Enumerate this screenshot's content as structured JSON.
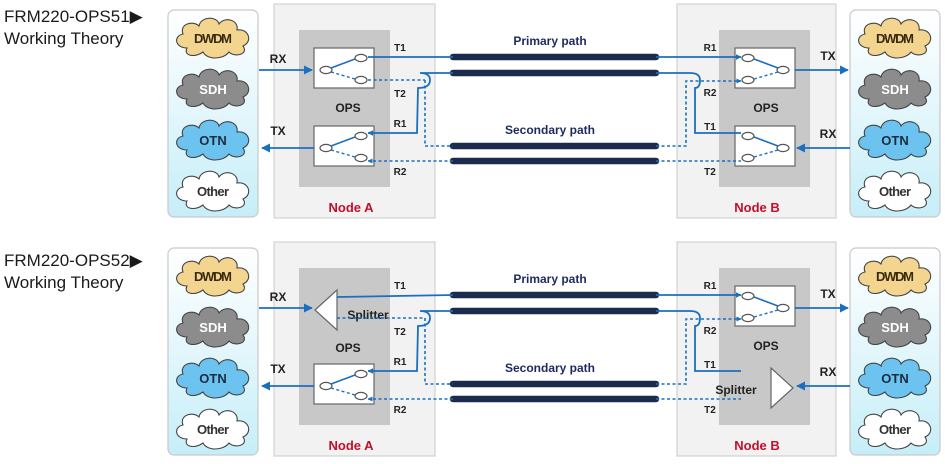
{
  "diagrams": [
    {
      "title": "FRM220-OPS51▶",
      "subtitle": "Working Theory",
      "node_a": {
        "label": "Node A",
        "module_label": "OPS",
        "rx": "RX",
        "tx": "TX",
        "ports": {
          "t1": "T1",
          "t2": "T2",
          "r1": "R1",
          "r2": "R2"
        },
        "transmit_device": "switch"
      },
      "node_b": {
        "label": "Node B",
        "module_label": "OPS",
        "rx": "RX",
        "tx": "TX",
        "ports": {
          "t1": "T1",
          "t2": "T2",
          "r1": "R1",
          "r2": "R2"
        },
        "transmit_device": "switch"
      },
      "primary_path": "Primary path",
      "secondary_path": "Secondary path",
      "left_networks": [
        "DWDM",
        "SDH",
        "OTN",
        "Other"
      ],
      "right_networks": [
        "DWDM",
        "SDH",
        "OTN",
        "Other"
      ]
    },
    {
      "title": "FRM220-OPS52▶",
      "subtitle": "Working Theory",
      "node_a": {
        "label": "Node A",
        "module_label": "OPS",
        "splitter_label": "Splitter",
        "rx": "RX",
        "tx": "TX",
        "ports": {
          "t1": "T1",
          "t2": "T2",
          "r1": "R1",
          "r2": "R2"
        },
        "transmit_device": "splitter"
      },
      "node_b": {
        "label": "Node B",
        "module_label": "OPS",
        "splitter_label": "Splitter",
        "rx": "RX",
        "tx": "TX",
        "ports": {
          "t1": "T1",
          "t2": "T2",
          "r1": "R1",
          "r2": "R2"
        },
        "transmit_device": "splitter"
      },
      "primary_path": "Primary path",
      "secondary_path": "Secondary path",
      "left_networks": [
        "DWDM",
        "SDH",
        "OTN",
        "Other"
      ],
      "right_networks": [
        "DWDM",
        "SDH",
        "OTN",
        "Other"
      ]
    }
  ],
  "colors": {
    "fiber_line": "#1a6fc0",
    "fiber_cable": "#1c2a4e",
    "node_label": "#c0102a",
    "path_label": "#1c2a5e",
    "node_bg": "#f2f2f2",
    "module_bg": "#c8c8c8",
    "cloud_dwdm": "#f3d58f",
    "cloud_sdh": "#8c8c8c",
    "cloud_otn": "#6cc3ef",
    "cloud_other": "#ffffff"
  }
}
